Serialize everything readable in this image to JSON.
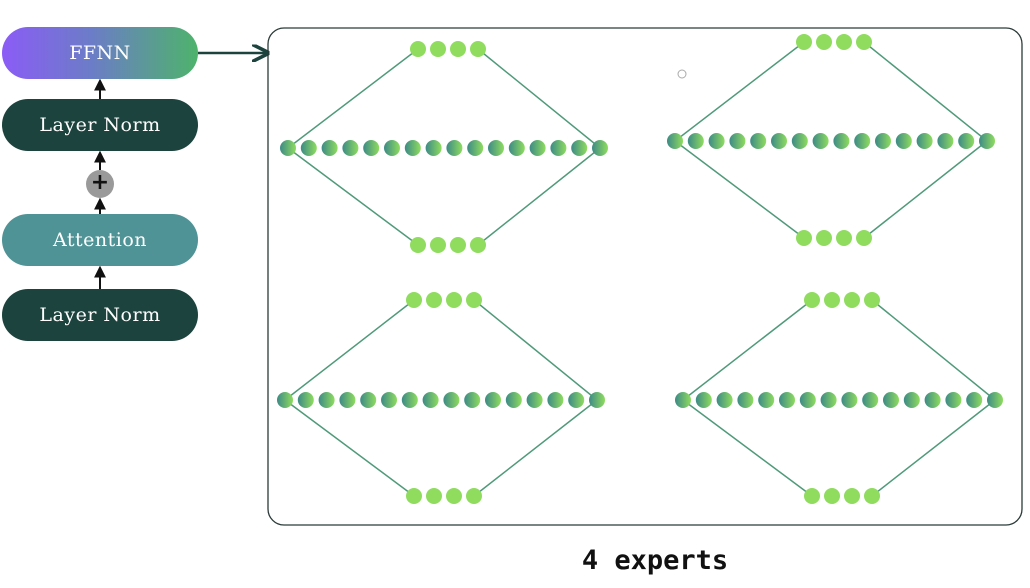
{
  "blocks": {
    "ffnn": "FFNN",
    "layer_norm_top": "Layer Norm",
    "add": "+",
    "attention": "Attention",
    "layer_norm_bottom": "Layer Norm"
  },
  "caption": "4 experts",
  "experts": [
    {
      "input_neurons": 4,
      "hidden_neurons": 16,
      "output_neurons": 4
    },
    {
      "input_neurons": 4,
      "hidden_neurons": 16,
      "output_neurons": 4
    },
    {
      "input_neurons": 4,
      "hidden_neurons": 16,
      "output_neurons": 4
    },
    {
      "input_neurons": 4,
      "hidden_neurons": 16,
      "output_neurons": 4
    }
  ],
  "colors": {
    "dark_block": "#1c433d",
    "attention_block": "#4f9396",
    "ffnn_start": "#8b5cf6",
    "ffnn_end": "#4db36b",
    "neuron_light": "#8fdc5f",
    "neuron_dark": "#3d8a86",
    "connector": "#4f9a7a"
  }
}
